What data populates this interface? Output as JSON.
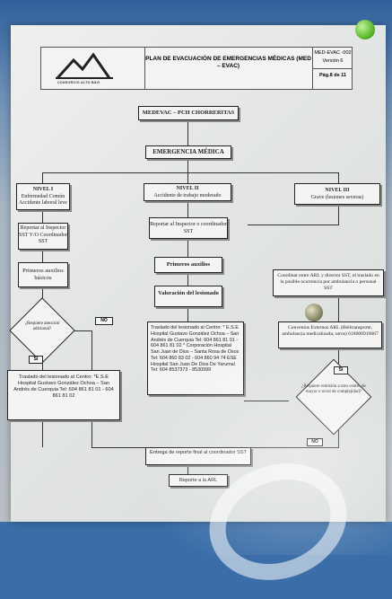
{
  "header": {
    "logo_text": "CONSORCIO ALTO BAVI",
    "title": "PLAN DE EVACUACIÓN DE EMERGENCIAS MÉDICAS (MED – EVAC)",
    "code": "MED-EVAC -002",
    "version": "Versión 6",
    "page": "Pág.8 de 11"
  },
  "flow": {
    "medevac": "MEDEVAC – PCH CHORRERITAS",
    "emergencia": "EMERGENCIA MÉDICA",
    "nivel1_title": "NIVEL I",
    "nivel1_desc": "Enfermedad Común Accidente laboral leve",
    "nivel2_title": "NIVEL II",
    "nivel2_desc": "Accidente de trabajo moderado",
    "nivel3_title": "NIVEL III",
    "nivel3_desc": "Grave (lesiones severas)",
    "reportar_left": "Reportar al Inspector SST Y/O Coordinador SST",
    "reportar_center": "Reportar al Inspector o coordinador SST",
    "primeros_left": "Primeros auxilios básicos",
    "primeros_center": "Primeros auxilios",
    "valoracion": "Valoración del lesionado",
    "coordinar": "Coordinar entre ARL y director SST, el traslado en la posible ocurrencia por ambulancia o personal SST",
    "convenios": "Convenios Externos ARL (Helitransporte, ambulancia medicalizada, otros) 018000919667",
    "diamond_left": "¿Requiere atención adicional?",
    "diamond_right": "¿Requiere remisión a otro centro de mayor o nivel de complejidad?",
    "no_left": "NO",
    "si_left": "SI",
    "si_right": "SI",
    "no_right": "NO",
    "traslado_center": "Traslado del lesionado al Centro: * E.S.E Hospital Gustavo González Ochoa – San Andrés de Cuerquia Tel: 604 861 81 01 - 604 861 81 02 * Corporación Hospital San Juan de Dios – Santa Rosa de Osos Tel: 604 860 83 02 - 604 860 94 74 ESE Hospital San Juan De Dios De Yarumal Tel: 604 8537373 - 8530999",
    "traslado_left": "Traslado del lesionado al Centro: *E.S.E Hospital Gustavo González Ochoa – San Andrés de Cuerquia Tel: 604 861 81 01 - 604 861 81 02",
    "reporte_final": "Entrega de reporte final al coordinador SST",
    "reporte_arl": "Reporte a la ARL"
  }
}
